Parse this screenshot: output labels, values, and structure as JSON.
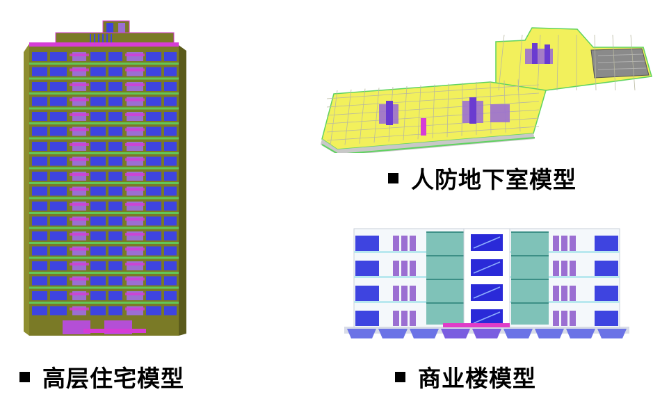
{
  "labels": {
    "highrise": "高层住宅模型",
    "basement": "人防地下室模型",
    "commercial": "商业楼模型"
  },
  "colors": {
    "wall_olive": "#7a7a26",
    "window_blue": "#3e44e0",
    "accent_magenta": "#d63cd6",
    "slab_green": "#5fd35f",
    "basement_yellow": "#f2f05c",
    "basement_grey": "#8a8a8a",
    "facade_white": "#f4f8fb",
    "glass_teal": "#7fc2b8",
    "stair_blue": "#2a2ad8",
    "window_purple": "#9b6fd2"
  }
}
